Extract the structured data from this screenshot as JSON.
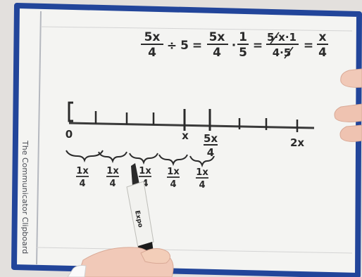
{
  "equation": {
    "lhs_num": "5x",
    "lhs_den": "4",
    "divide": "÷",
    "divisor": "5",
    "eq1": "=",
    "m_num": "5x",
    "m_den": "4",
    "dot": "·",
    "r_num": "1",
    "r_den": "5",
    "eq2": "=",
    "c_num": "5·x·1",
    "c_den": "4·5",
    "eq3": "=",
    "ans_num": "x",
    "ans_den": "4"
  },
  "number_line": {
    "zero": "0",
    "x_label": "x",
    "two_x_label": "2x",
    "mark_num": "5x",
    "mark_den": "4"
  },
  "segments": [
    {
      "num": "1x",
      "den": "4"
    },
    {
      "num": "1x",
      "den": "4"
    },
    {
      "num": "1x",
      "den": "4"
    },
    {
      "num": "1x",
      "den": "4"
    },
    {
      "num": "1x",
      "den": "4"
    }
  ],
  "marker_brand": "Expo",
  "side_text": "The Communicator Clipboard",
  "colors": {
    "frame_blue": "#22459a",
    "whiteboard": "#f4f4f2",
    "ink": "#2a2a2a",
    "marker_body": "#f2f2ef",
    "marker_cap": "#1c1c1c",
    "skin": "#f1c9b8"
  }
}
